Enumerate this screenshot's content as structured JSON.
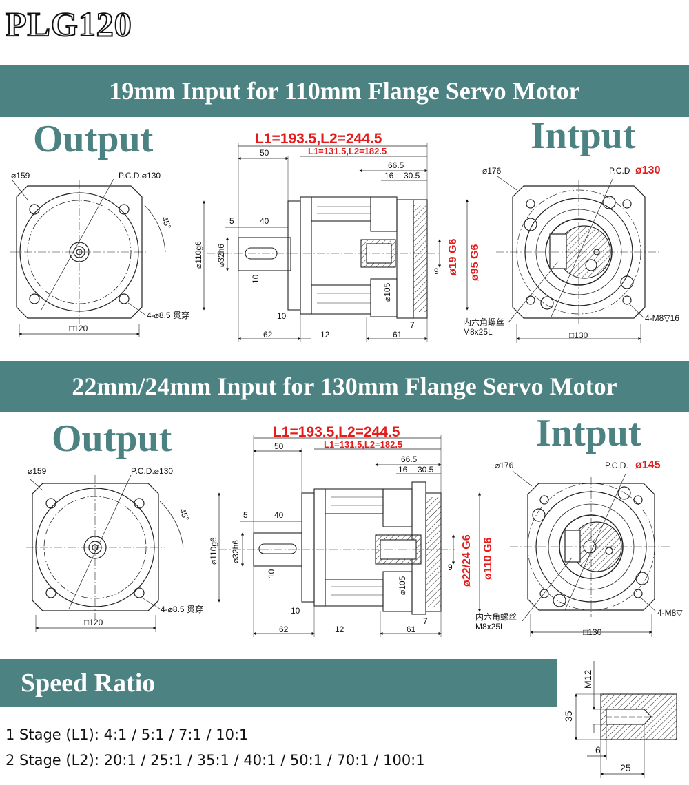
{
  "title": "PLG120",
  "sections": [
    {
      "banner": "19mm Input for 110mm Flange Servo Motor",
      "output_label": "Output",
      "input_label": "Intput",
      "front": {
        "dia": "⌀159",
        "pcd": "P.C.D.⌀130",
        "angle": "45°",
        "holes": "4-⌀8.5 贯穿",
        "square": "□120"
      },
      "side": {
        "lengths_red": "L1=193.5,L2=244.5",
        "lengths_red_small": "L1=131.5,L2=182.5",
        "d50": "50",
        "d665": "66.5",
        "d16": "16",
        "d305": "30.5",
        "d5": "5",
        "d40": "40",
        "d110": "⌀110g6",
        "d32": "⌀32h6",
        "d10": "10",
        "d105": "⌀105",
        "d9": "9",
        "d10b": "10",
        "d7": "7",
        "d62": "62",
        "d12": "12",
        "d61": "61",
        "bore": "ø19 G6",
        "spigot": "ø95 G6"
      },
      "back": {
        "dia": "⌀176",
        "pcd_prefix": "P.C.D",
        "pcd_value": "ø130",
        "screw1": "内六角螺丝",
        "screw2": "M8x25L",
        "thread": "4-M8▽16",
        "square": "□130"
      }
    },
    {
      "banner": "22mm/24mm Input for 130mm Flange Servo Motor",
      "output_label": "Output",
      "input_label": "Intput",
      "front": {
        "dia": "⌀159",
        "pcd": "P.C.D.⌀130",
        "angle": "45°",
        "holes": "4-⌀8.5 贯穿",
        "square": "□120"
      },
      "side": {
        "lengths_red": "L1=193.5,L2=244.5",
        "lengths_red_small": "L1=131.5,L2=182.5",
        "d50": "50",
        "d665": "66.5",
        "d16": "16",
        "d305": "30.5",
        "d5": "5",
        "d40": "40",
        "d110": "⌀110g6",
        "d32": "⌀32h6",
        "d10": "10",
        "d105": "⌀105",
        "d9": "9",
        "d10b": "10",
        "d7": "7",
        "d62": "62",
        "d12": "12",
        "d61": "61",
        "bore": "ø22/24 G6",
        "spigot": "ø110 G6"
      },
      "back": {
        "dia": "⌀176",
        "pcd_prefix": "P.C.D.",
        "pcd_value": "ø145",
        "screw1": "内六角螺丝",
        "screw2": "M8x25L",
        "thread": "4-M8▽",
        "square": "□130"
      }
    }
  ],
  "speed": {
    "banner": "Speed Ratio",
    "stage1": "1 Stage (L1): 4:1 / 5:1 / 7:1 / 10:1",
    "stage2": "2 Stage (L2): 20:1 / 25:1 / 35:1 / 40:1 / 50:1 / 70:1 / 100:1"
  },
  "shaft_detail": {
    "m12": "M12",
    "d35": "35",
    "d6": "6",
    "d25": "25"
  }
}
